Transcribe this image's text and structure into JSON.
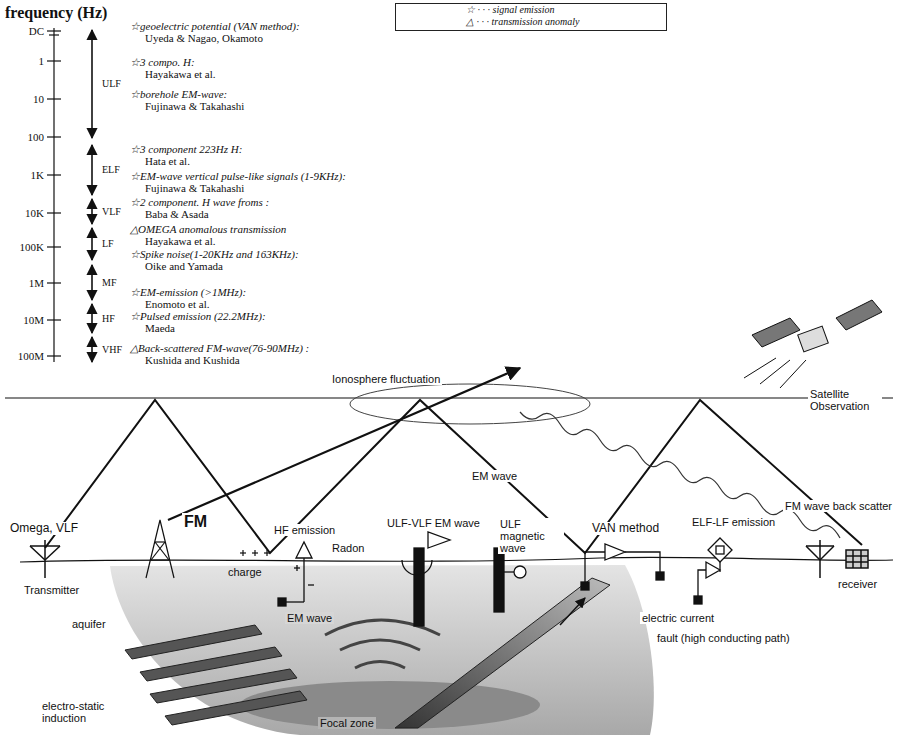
{
  "diagram": {
    "labels": [
      "frequency (Hz)",
      "DC",
      "1",
      "10",
      "100",
      "1K",
      "10K",
      "100K",
      "1M",
      "10M",
      "100M",
      "ULF",
      "ELF",
      "VLF",
      "LF",
      "MF",
      "HF",
      "VHF",
      "☆geoelectric potential (VAN method):",
      "Uyeda & Nagao, Okamoto",
      "☆3 compo. H:",
      "Hayakawa et al.",
      "☆borehole EM-wave:",
      "Fujinawa & Takahashi",
      "☆3 component 223Hz H:",
      "Hata et al.",
      "☆EM-wave vertical pulse-like signals (1-9KHz):",
      "Fujinawa & Takahashi",
      "☆2 component. H wave froms :",
      "Baba & Asada",
      "△OMEGA anomalous transmission",
      "Hayakawa et al.",
      "☆Spike noise(1-20KHz and 163KHz):",
      "Oike and Yamada",
      "☆EM-emission (>1MHz):",
      "Enomoto et al.",
      "☆Pulsed emission (22.2MHz):",
      "Maeda",
      "△Back-scattered FM-wave(76-90MHz) :",
      "Kushida and Kushida",
      "Ionosphere fluctuation",
      "Satellite Observation",
      "EM wave",
      "Omega, VLF",
      "FM",
      "HF emission",
      "Radon",
      "ULF-VLF EM wave",
      "ULF magnetic wave",
      "VAN method",
      "ELF-LF emission",
      "FM wave back scatter",
      "Transmitter",
      "charge",
      "receiver",
      "aquifer",
      "EM wave",
      "electric current",
      "fault (high conducting path)",
      "electro-static induction",
      "Focal zone"
    ],
    "legend": [
      {
        "text": "☆ · · · signal emission"
      },
      {
        "text": "△ · · · transmission anomaly"
      }
    ]
  }
}
